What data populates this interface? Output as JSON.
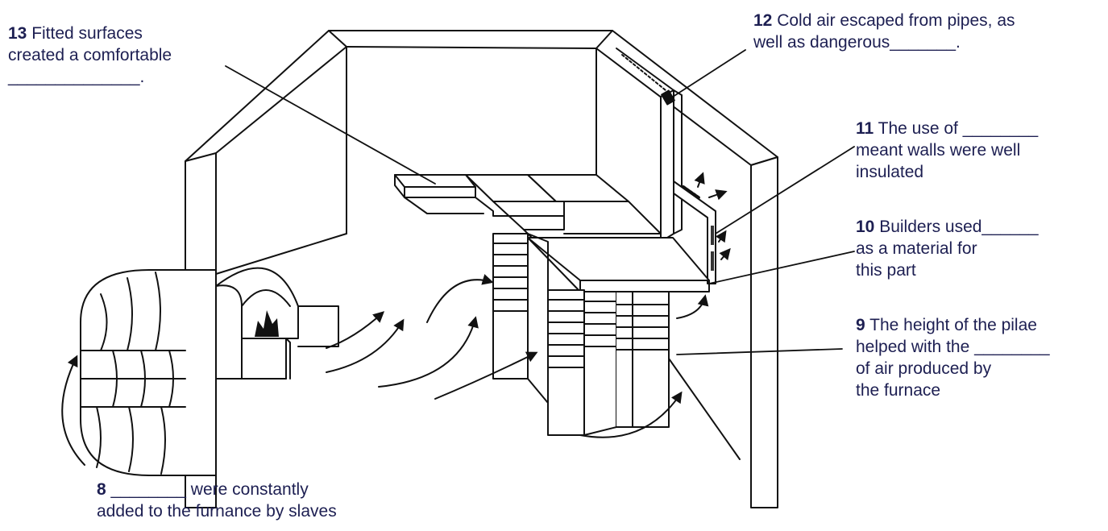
{
  "labels": {
    "q8": {
      "number": "8",
      "blank": "________",
      "line1": " were constantly",
      "line2": "added to the furnance by slaves"
    },
    "q9": {
      "number": "9",
      "line1": " The height of the pilae",
      "line2": "helped with the ________",
      "line3": "of air produced by",
      "line4": "the furnace"
    },
    "q10": {
      "number": "10",
      "line1": " Builders used______",
      "line2": "as a material for",
      "line3": "this part"
    },
    "q11": {
      "number": "11",
      "line1": " The use of ________",
      "line2": "meant walls were well",
      "line3": "insulated"
    },
    "q12": {
      "number": "12",
      "line1": " Cold air escaped from pipes, as",
      "line2": "well as dangerous_______."
    },
    "q13": {
      "number": "13",
      "line1": " Fitted surfaces",
      "line2": "created a comfortable",
      "line3": "______________."
    }
  },
  "colors": {
    "line": "#111111",
    "text": "#1d1f52",
    "background": "#ffffff"
  },
  "icons": [
    "fire-icon",
    "airflow-arrow-icon"
  ]
}
